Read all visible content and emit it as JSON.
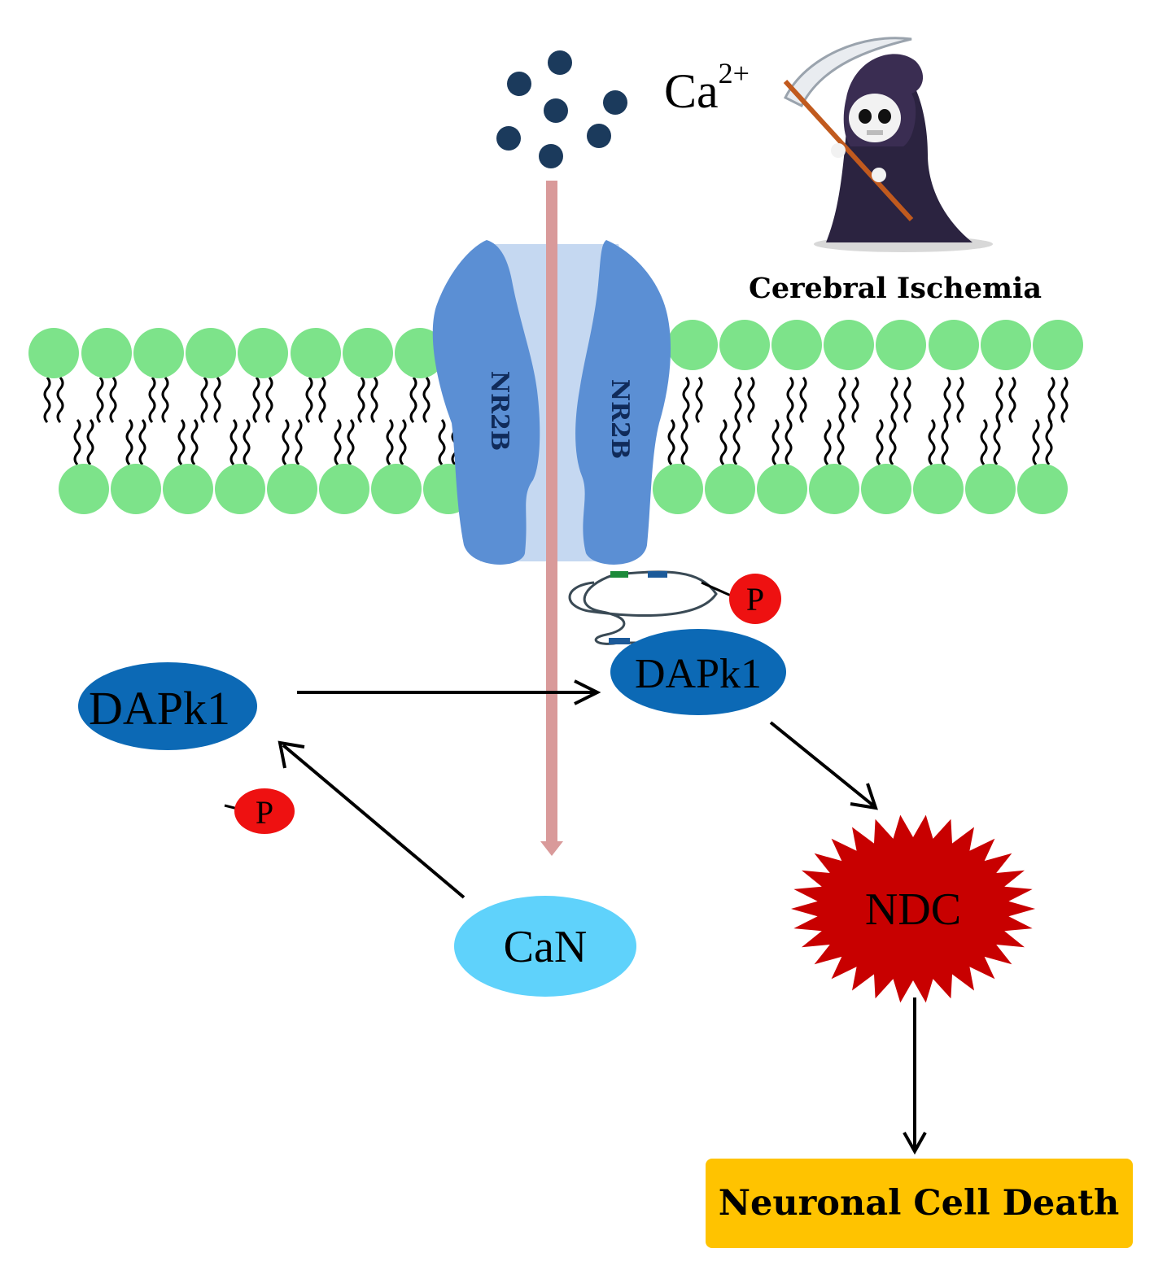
{
  "ion": {
    "base": "Ca",
    "sup": "2+"
  },
  "condition_label": "Cerebral Ischemia",
  "receptor": {
    "left_label": "NR2B",
    "right_label": "NR2B"
  },
  "phospho_label": "P",
  "dapk1_free_label": "DAPk1",
  "dapk1_bound_label": "DAPk1",
  "can_label": "CaN",
  "ndc_label": "NDC",
  "outcome_label": "Neuronal Cell Death",
  "colors": {
    "lipid_head": "#7de38a",
    "receptor_dark": "#5b8fd4",
    "receptor_light": "#c5d8f1",
    "ca_channel": "#d99a9a",
    "ca_ion": "#1b3a5c",
    "dapk1": "#0c69b5",
    "can": "#5fd2fb",
    "phospho": "#ee1111",
    "ndc": "#c80000",
    "outcome_box": "#ffc300"
  }
}
